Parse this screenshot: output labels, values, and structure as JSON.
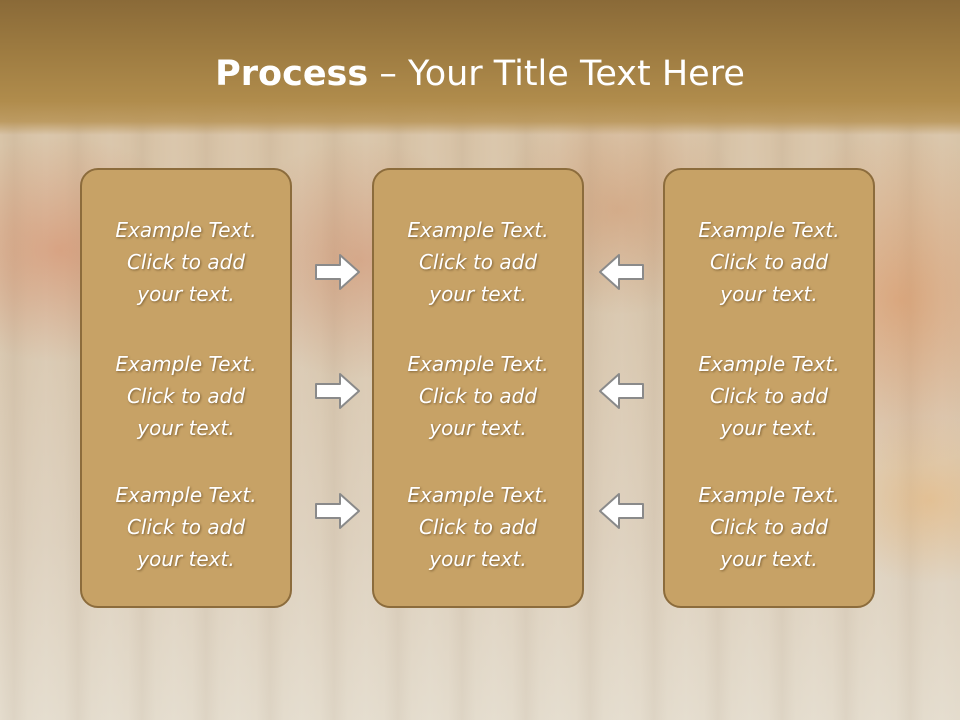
{
  "slide": {
    "title_bold": "Process",
    "title_rest": " – Your Title Text Here"
  },
  "columns": [
    {
      "items": [
        "Example Text.\nClick  to add\nyour text.",
        "Example Text.\nClick  to add\nyour text.",
        "Example Text.\nClick  to add\nyour text."
      ]
    },
    {
      "items": [
        "Example Text.\nClick  to add\nyour text.",
        "Example Text.\nClick  to add\nyour text.",
        "Example Text.\nClick  to add\nyour text."
      ]
    },
    {
      "items": [
        "Example Text.\nClick  to add\nyour text.",
        "Example Text.\nClick  to add\nyour text.",
        "Example Text.\nClick  to add\nyour text."
      ]
    }
  ],
  "arrows": {
    "left_group": [
      "right-arrow-icon",
      "right-arrow-icon",
      "right-arrow-icon"
    ],
    "right_group": [
      "left-arrow-icon",
      "left-arrow-icon",
      "left-arrow-icon"
    ]
  },
  "colors": {
    "header": "#9c7a40",
    "box_fill": "#c7a266",
    "box_border": "#8c6c3c",
    "text": "#ffffff"
  }
}
